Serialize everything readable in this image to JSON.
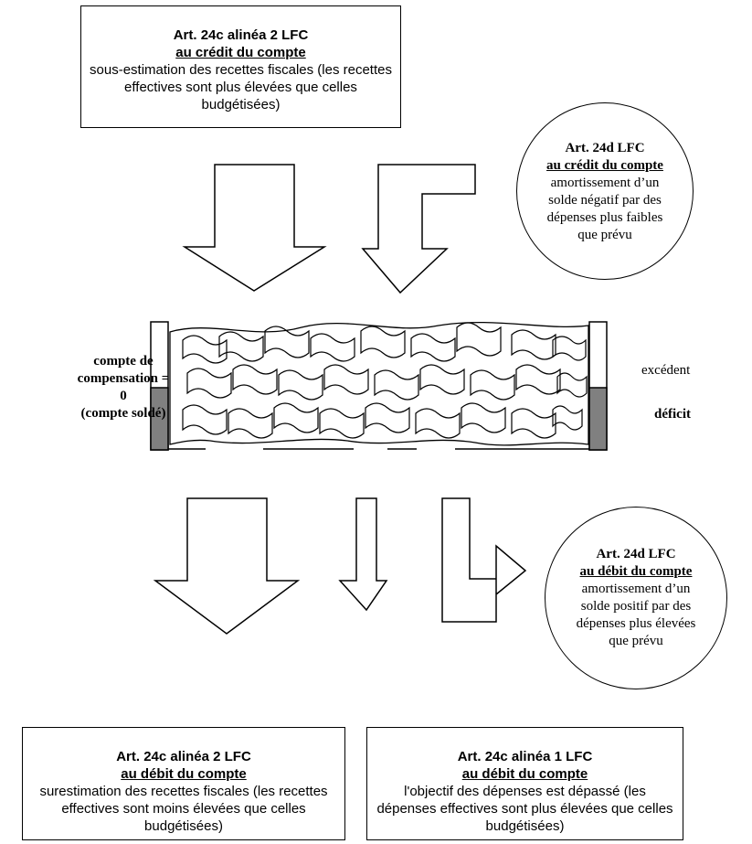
{
  "top_box": {
    "title": "Art. 24c alinéa 2 LFC",
    "subtitle": "au crédit du compte",
    "body": "sous-estimation des recettes fiscales (les recettes effectives sont plus élevées que celles budgétisées)"
  },
  "top_circle": {
    "title": "Art. 24d LFC",
    "subtitle": "au crédit du compte",
    "body_lines": [
      "amortissement d’un",
      "solde négatif par des",
      "dépenses plus faibles",
      "que prévu"
    ]
  },
  "middle": {
    "left_label_lines": [
      "compte de",
      "compensation = 0",
      "(compte soldé)"
    ],
    "excedent": "excédent",
    "deficit": "déficit"
  },
  "bottom_circle": {
    "title": "Art. 24d LFC",
    "subtitle": "au débit du compte",
    "body_lines": [
      "amortissement d’un",
      "solde positif par des",
      "dépenses plus élevées",
      "que prévu"
    ]
  },
  "bottom_left_box": {
    "title": "Art. 24c alinéa 2 LFC",
    "subtitle": "au débit du compte",
    "body": "surestimation des recettes fiscales (les recettes effectives sont moins élevées que celles budgétisées)"
  },
  "bottom_right_box": {
    "title": "Art. 24c alinéa 1 LFC",
    "subtitle": "au débit du compte",
    "body": "l'objectif des dépenses est dépassé (les dépenses effectives sont plus élevées que celles budgétisées)"
  }
}
